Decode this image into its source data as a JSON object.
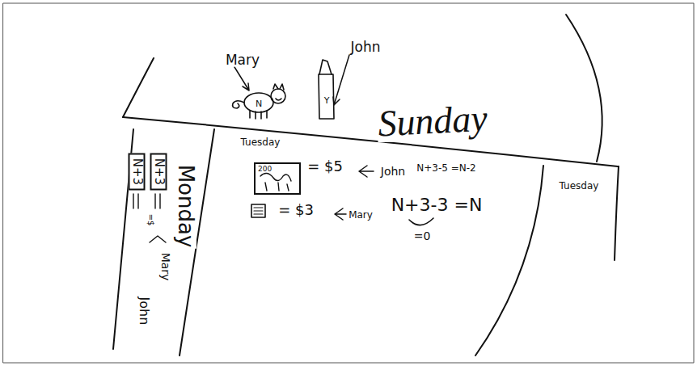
{
  "diagram": {
    "nodes": [
      {
        "text": [
          "N+3"
        ]
      },
      {
        "text": [
          "N+3"
        ]
      },
      {
        "text": [
          "200"
        ]
      }
    ],
    "labels": [
      "Mary",
      "N",
      "John",
      "Y",
      "Sunday",
      "Tuesday",
      "Monday",
      "Mary",
      "John",
      "=$",
      "= $5",
      "John",
      "N+3-5 =N-2",
      "= $3",
      "Mary",
      "N+3-3 =N",
      "=0",
      "Tuesday"
    ]
  }
}
